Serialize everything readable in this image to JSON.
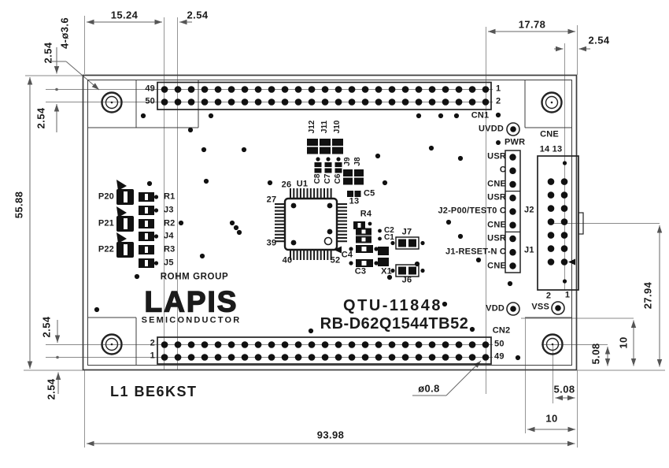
{
  "drawing": {
    "dimensions": {
      "cn1_left_offset": "15.24",
      "pin_pitch": "2.54",
      "cn1_right_offset": "17.78",
      "board_height": "55.88",
      "board_width": "93.98",
      "cne_center_to_bottom": "27.94",
      "ten": "10",
      "five_08": "5.08",
      "mounting_hole_callout": "4-ø3.6",
      "pin_hole_callout": "ø0.8"
    }
  },
  "connectors": {
    "cn1": {
      "name": "CN1",
      "row1_left": "49",
      "row2_left": "50",
      "row1_right": "1",
      "row2_right": "2"
    },
    "cn2": {
      "name": "CN2",
      "row1_left": "2",
      "row2_left": "1",
      "row1_right": "50",
      "row2_right": "49"
    },
    "cne": {
      "name": "CNE",
      "top_pins": "14 13",
      "bottom_pin2": "2",
      "bottom_pin1": "1"
    },
    "header": {
      "rows": [
        "USR",
        "C",
        "CNE",
        "USR",
        "J2-P00/TEST0 C",
        "CNE",
        "USR",
        "J1-RESET-N C",
        "CNE"
      ],
      "j2": "J2",
      "j1": "J1"
    }
  },
  "test_points": {
    "uvdd": "UVDD",
    "pwr": "PWR",
    "vdd": "VDD",
    "vss": "VSS"
  },
  "ic": {
    "ref": "U1",
    "pin_26": "26",
    "pin_27": "27",
    "pin_39": "39",
    "pin_40": "40",
    "pin_52": "52",
    "pin_13": "13"
  },
  "components": {
    "j12": "J12",
    "j11": "J11",
    "j10": "J10",
    "j9": "J9",
    "j8": "J8",
    "c8": "C8",
    "c7": "C7",
    "c6": "C6",
    "c5": "C5",
    "r4": "R4",
    "c2": "C2",
    "c1": "C1",
    "c4": "C4",
    "c3": "C3",
    "x1": "X1",
    "j7": "J7",
    "j6": "J6"
  },
  "led_section": {
    "p20": "P20",
    "p21": "P21",
    "p22": "P22",
    "r1": "R1",
    "j3": "J3",
    "r2": "R2",
    "j4": "J4",
    "r3": "R3",
    "j5": "J5"
  },
  "branding": {
    "group": "ROHM GROUP",
    "logo": "LAPIS",
    "sub": "SEMICONDUCTOR"
  },
  "titles": {
    "model": "QTU-11848",
    "part_number": "RB-D62Q1544TB52",
    "silkscreen_note": "L1 BE6KST"
  }
}
